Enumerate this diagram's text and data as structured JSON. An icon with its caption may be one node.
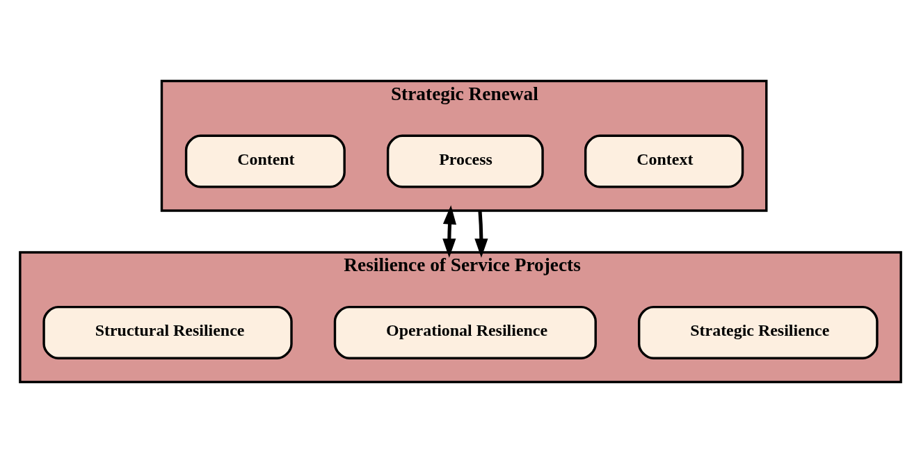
{
  "diagram": {
    "nodes": [
      {
        "text": [
          "Strategic Renewal"
        ]
      },
      {
        "text": [
          "Content"
        ],
        "in": 0
      },
      {
        "text": [
          "Process"
        ],
        "in": 0
      },
      {
        "text": [
          "Context"
        ],
        "in": 0
      },
      {
        "text": [
          "Resilience of Service Projects"
        ]
      },
      {
        "text": [
          "Structural Resilience"
        ],
        "in": 4
      },
      {
        "text": [
          "Operational Resilience"
        ],
        "in": 4
      },
      {
        "text": [
          "Strategic Resilience"
        ],
        "in": 4
      }
    ],
    "edges": [
      {
        "from": 0,
        "to": 4,
        "arrow": "both"
      },
      {
        "from": 0,
        "to": 4,
        "arrow": "to"
      }
    ]
  }
}
